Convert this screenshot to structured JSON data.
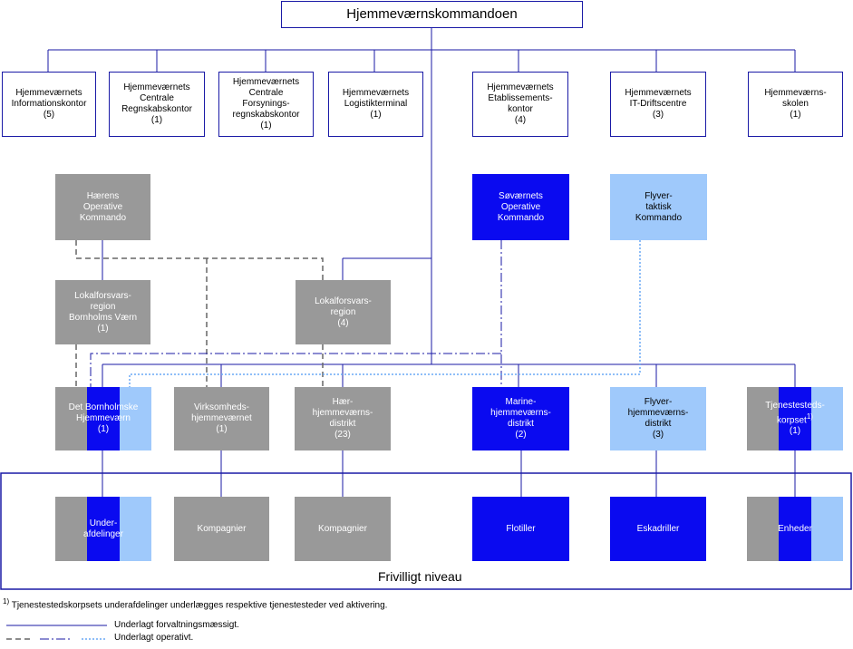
{
  "top": "Hjemmeværnskommandoen",
  "staff": [
    "Hjemmeværnets\nInformationskontor\n(5)",
    "Hjemmeværnets\nCentrale\nRegnskabskontor\n(1)",
    "Hjemmeværnets\nCentrale\nForsynings-\nregnskabskontor\n(1)",
    "Hjemmeværnets\nLogistikterminal\n(1)",
    "Hjemmeværnets\nEtablissements-\nkontor\n(4)",
    "Hjemmeværnets\nIT-Driftscentre\n(3)",
    "Hjemmeværns-\nskolen\n(1)"
  ],
  "operative": {
    "army": "Hærens\nOperative\nKommando",
    "navy": "Søværnets\nOperative\nKommando",
    "air": "Flyver-\ntaktisk\nKommando"
  },
  "regions": {
    "bornholm": "Lokalforsvars-\nregion\nBornholms Værn\n(1)",
    "lfr": "Lokalforsvars-\nregion\n(4)"
  },
  "districts": {
    "bornholm": "Det Bornholmske\nHjemmeværn\n(1)",
    "virk": "Virksomheds-\nhjemmeværnet\n(1)",
    "haer": "Hær-\nhjemmeværns-\ndistrikt\n(23)",
    "marine": "Marine-\nhjemmeværns-\ndistrikt\n(2)",
    "flyver": "Flyver-\nhjemmeværns-\ndistrikt\n(3)",
    "tjeneste_pre": "Tjenestesteds-\nkorpset",
    "tjeneste_sup": "1)",
    "tjeneste_post": "(1)"
  },
  "units": {
    "bornholm": "Under-\nafdelinger",
    "virk": "Kompagnier",
    "haer": "Kompagnier",
    "marine": "Flotiller",
    "flyver": "Eskadriller",
    "tjeneste": "Enheder"
  },
  "voluntary_label": "Frivilligt niveau",
  "footnote": {
    "marker": "1)",
    "text": " Tjenestestedskorpsets underafdelinger underlægges respektive tjenestesteder ved aktivering."
  },
  "legend": {
    "admin": "Underlagt forvaltningsmæssigt.",
    "operative": "Underlagt operativt."
  },
  "colors": {
    "navy": "#1a1aa6",
    "grey": "#999999",
    "blue": "#0a0af0",
    "lightblue": "#9fc9fb"
  }
}
